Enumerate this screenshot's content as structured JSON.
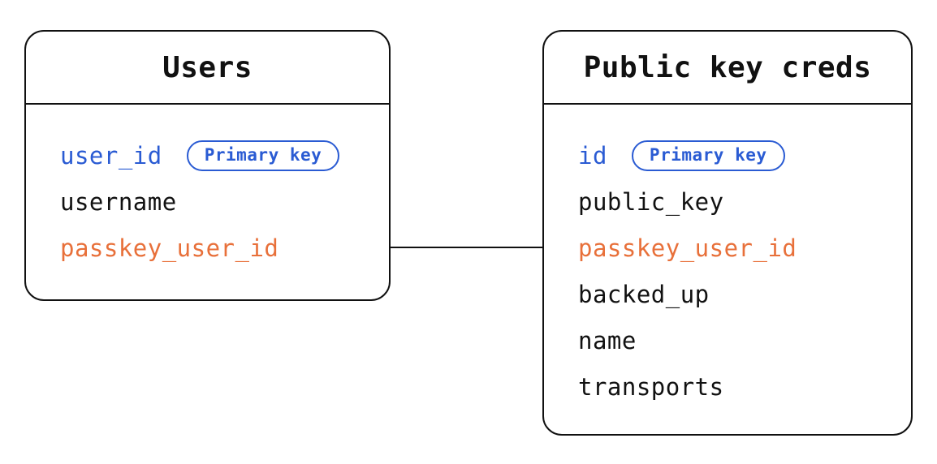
{
  "colors": {
    "ink": "#111111",
    "blue": "#2a5bd3",
    "orange": "#e8703a",
    "bg": "#ffffff"
  },
  "tables": [
    {
      "name": "Users",
      "fields": [
        {
          "name": "user_id",
          "color": "blue",
          "badge": "Primary key"
        },
        {
          "name": "username",
          "color": "ink"
        },
        {
          "name": "passkey_user_id",
          "color": "orange"
        }
      ]
    },
    {
      "name": "Public key creds",
      "fields": [
        {
          "name": "id",
          "color": "blue",
          "badge": "Primary key"
        },
        {
          "name": "public_key",
          "color": "ink"
        },
        {
          "name": "passkey_user_id",
          "color": "orange"
        },
        {
          "name": "backed_up",
          "color": "ink"
        },
        {
          "name": "name",
          "color": "ink"
        },
        {
          "name": "transports",
          "color": "ink"
        }
      ]
    }
  ],
  "relationship": {
    "from_table": "Users",
    "from_field": "passkey_user_id",
    "to_table": "Public key creds",
    "to_field": "passkey_user_id"
  }
}
